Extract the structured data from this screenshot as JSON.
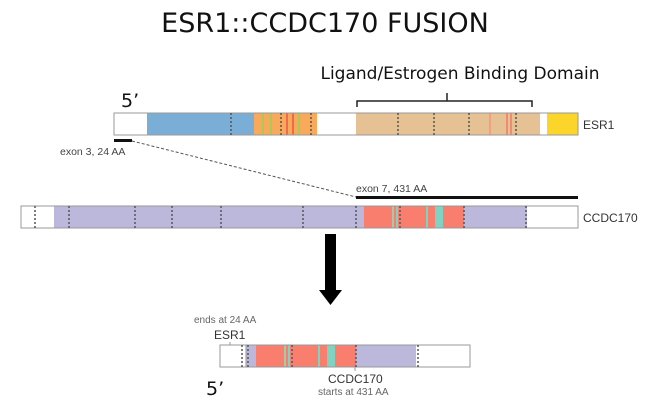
{
  "title": "ESR1::CCDC170 FUSION",
  "domain_label": "Ligand/Estrogen Binding Domain",
  "five_prime": "5’",
  "esr1": {
    "label": "ESR1",
    "exon_note": "exon 3, 24 AA"
  },
  "ccdc170": {
    "label": "CCDC170",
    "exon_note": "exon 7, 431 AA"
  },
  "fusion": {
    "esr1_label": "ESR1",
    "esr1_note": "ends at 24 AA",
    "ccdc170_label": "CCDC170",
    "ccdc170_note": "starts at 431 AA"
  },
  "colors": {
    "blue": "#7aaed6",
    "orange": "#f9a95a",
    "tan": "#e6c193",
    "yellow": "#fbd52a",
    "lavender": "#bcb8dc",
    "salmon": "#f97e6e",
    "teal": "#7fd3c2",
    "green": "#a9c95a"
  }
}
